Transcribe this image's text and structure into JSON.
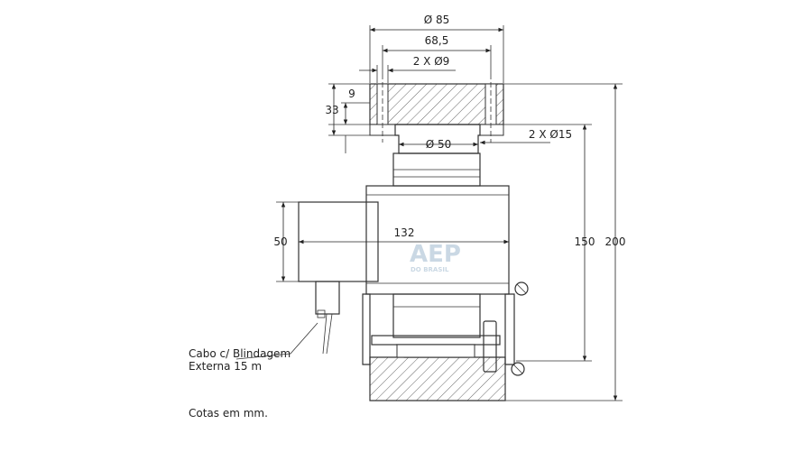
{
  "dimensions": {
    "flange_outer": "Ø 85",
    "bolt_circle": "68,5",
    "bolt_holes": "2 X Ø9",
    "flange_thickness": "9",
    "flange_height": "33",
    "shaft_diameter": "Ø 50",
    "side_holes": "2 X Ø15",
    "body_width": "132",
    "box_height": "50",
    "inner_height": "150",
    "total_height": "200"
  },
  "notes": {
    "cable_line1": "Cabo c/ Blindagem",
    "cable_line2": "Externa 15 m",
    "units": "Cotas em mm."
  },
  "logo": {
    "main": "AEP",
    "sub": "DO BRASIL"
  },
  "colors": {
    "line": "#333333",
    "logo": "#9fb9cf"
  }
}
